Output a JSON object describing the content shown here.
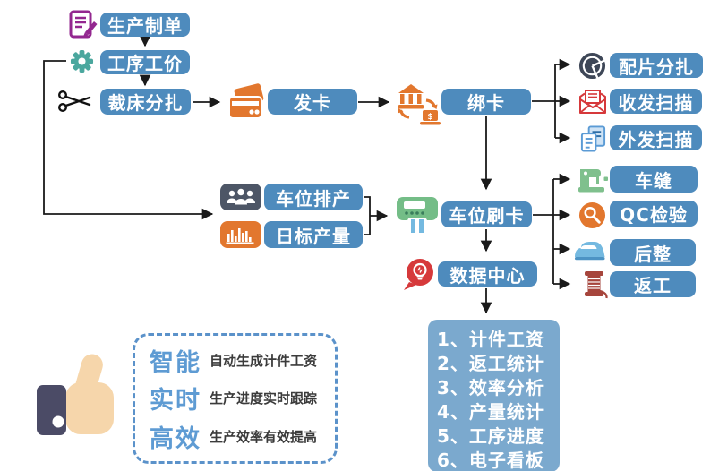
{
  "flow": {
    "production_order": "生产制单",
    "process_price": "工序工价",
    "cutting_bundle": "裁床分扎",
    "issue_card": "发卡",
    "bind_card": "绑卡",
    "piece_bundle": "配片分扎",
    "receive_scan": "收发扫描",
    "outsource_scan": "外发扫描",
    "station_schedule": "车位排产",
    "daily_target": "日标产量",
    "station_swipe": "车位刷卡",
    "data_center": "数据中心",
    "sewing": "车缝",
    "qc_check": "QC检验",
    "finishing": "后整",
    "rework": "返工"
  },
  "reports": {
    "items": [
      "1、计件工资",
      "2、返工统计",
      "3、效率分析",
      "4、产量统计",
      "5、工序进度",
      "6、电子看板"
    ]
  },
  "benefits": {
    "items": [
      {
        "title": "智能",
        "desc": "自动生成计件工资"
      },
      {
        "title": "实时",
        "desc": "生产进度实时跟踪"
      },
      {
        "title": "高效",
        "desc": "生产效率有效提高"
      }
    ]
  },
  "icons": {
    "document-pen-icon": "purple order sheet with pen",
    "gear-icon": "teal cog",
    "scissors-icon": "black scissors",
    "cards-icon": "orange stacked credit cards",
    "bank-transfer-icon": "orange bank with exchange arrows and $ laptop",
    "pie-chart-icon": "dark navy pie chart",
    "envelope-scan-icon": "red open envelope with document",
    "documents-icon": "blue overlapping documents",
    "people-icon": "white worker group on slate badge",
    "bar-chart-icon": "white histogram on orange badge",
    "card-reader-icon": "green swipe terminal with card",
    "idea-head-icon": "red head bubble with lightbulb",
    "sewing-machine-icon": "green sewing machine",
    "magnifier-icon": "white magnifier on orange circle",
    "iron-icon": "light blue clothes iron",
    "thread-spool-icon": "dark red thread spool",
    "thumbs-up-icon": "hand with dark sleeve giving thumbs up"
  },
  "colors": {
    "node_blue": "#4e8bbd",
    "report_blue": "#7ba9ce",
    "benefit_title_blue": "#5e9bd3",
    "dash_border_blue": "#5b92ca",
    "line_black": "#1a1a1a",
    "orange": "#e2772e",
    "purple": "#93278f",
    "teal": "#4aa79e",
    "navy": "#3e4757",
    "red": "#d6393b",
    "doc_blue": "#5b9bd5",
    "slate": "#4d5666",
    "green": "#74bd87",
    "iron_blue": "#74b9e0",
    "spool_red": "#a6453c",
    "skin": "#f6d6ab",
    "sleeve": "#4b4b66"
  }
}
